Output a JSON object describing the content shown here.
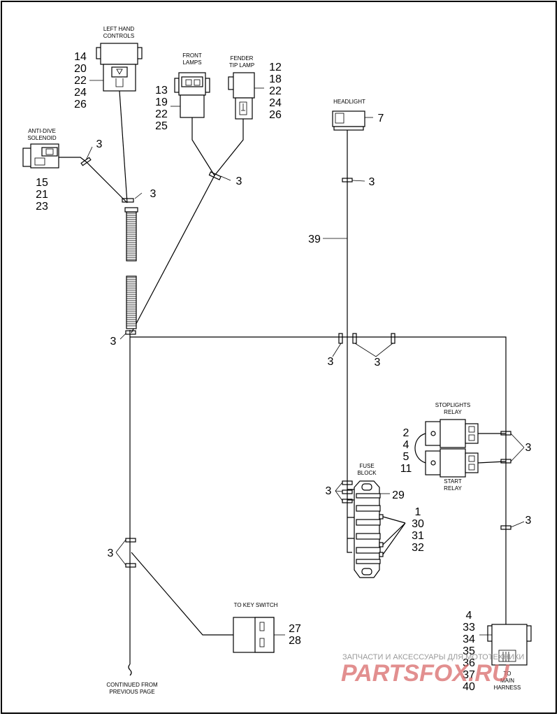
{
  "labels": {
    "left_hand_controls_1": "LEFT HAND",
    "left_hand_controls_2": "CONTROLS",
    "front_lamps_1": "FRONT",
    "front_lamps_2": "LAMPS",
    "fender_tip_1": "FENDER",
    "fender_tip_2": "TIP LAMP",
    "anti_dive_1": "ANTI-DIVE",
    "anti_dive_2": "SOLENOID",
    "headlight": "HEADLIGHT",
    "stoplights_1": "STOPLIGHTS",
    "stoplights_2": "RELAY",
    "start_1": "START",
    "start_2": "RELAY",
    "fuse_1": "FUSE",
    "fuse_2": "BLOCK",
    "key_switch": "TO KEY SWITCH",
    "main_harness_1": "TO",
    "main_harness_2": "MAIN",
    "main_harness_3": "HARNESS",
    "continued_1": "CONTINUED FROM",
    "continued_2": "PREVIOUS PAGE"
  },
  "callouts": {
    "lhc": [
      "14",
      "20",
      "22",
      "24",
      "26"
    ],
    "front_lamps": [
      "13",
      "19",
      "22",
      "25"
    ],
    "fender": [
      "12",
      "18",
      "22",
      "24",
      "26"
    ],
    "anti_dive": [
      "15",
      "21",
      "23"
    ],
    "headlight": "7",
    "wire_39": "39",
    "clip": "3",
    "relays": [
      "2",
      "4",
      "5",
      "11"
    ],
    "fuse_29": "29",
    "fuse_list": [
      "1",
      "30",
      "31",
      "32"
    ],
    "key_switch": [
      "27",
      "28"
    ],
    "main_harness": [
      "4",
      "33",
      "34",
      "35",
      "36",
      "37",
      "40"
    ]
  },
  "watermark": {
    "line1": "ЗАПЧАСТИ И АКСЕССУАРЫ ДЛЯ МОТОТЕХНИКИ",
    "line2": "PARTSFOX.RU"
  }
}
